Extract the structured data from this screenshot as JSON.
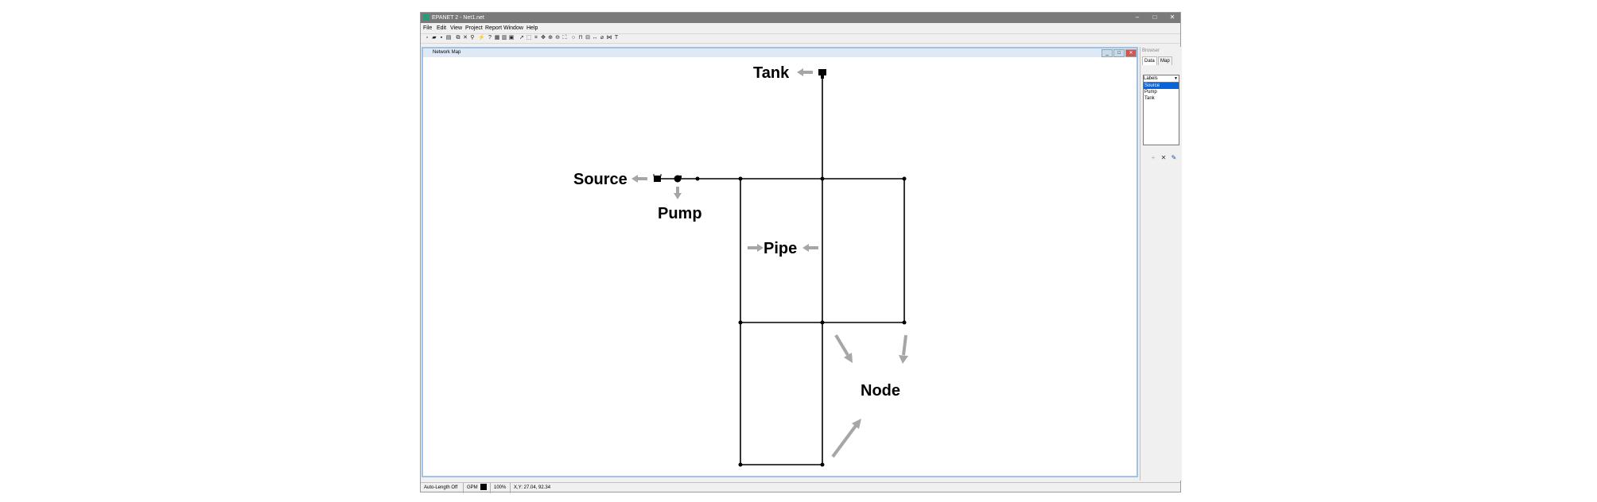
{
  "window": {
    "title": "EPANET 2 - Net1.net",
    "controls": [
      "–",
      "□",
      "✕"
    ]
  },
  "menu": [
    "File",
    "Edit",
    "View",
    "Project",
    "Report",
    "Window",
    "Help"
  ],
  "map_window": {
    "title": "Network Map",
    "buttons": [
      "_",
      "□",
      "✕"
    ]
  },
  "labels": {
    "tank": "Tank",
    "source": "Source",
    "pump": "Pump",
    "pipe": "Pipe",
    "node": "Node"
  },
  "browser": {
    "title": "Browser",
    "tabs": [
      "Data",
      "Map"
    ],
    "selected_category": "Labels",
    "items": [
      "Source",
      "Pump",
      "Tank"
    ],
    "selected_item": "Source"
  },
  "status": {
    "auto_length": "Auto-Length Off",
    "flow_units": "GPM",
    "zoom": "100%",
    "xy": "X,Y: 27.04, 92.34"
  },
  "colors": {
    "arrow": "#a6a6a6",
    "accent": "#0a64d8",
    "map_border": "#9ec2e8"
  }
}
